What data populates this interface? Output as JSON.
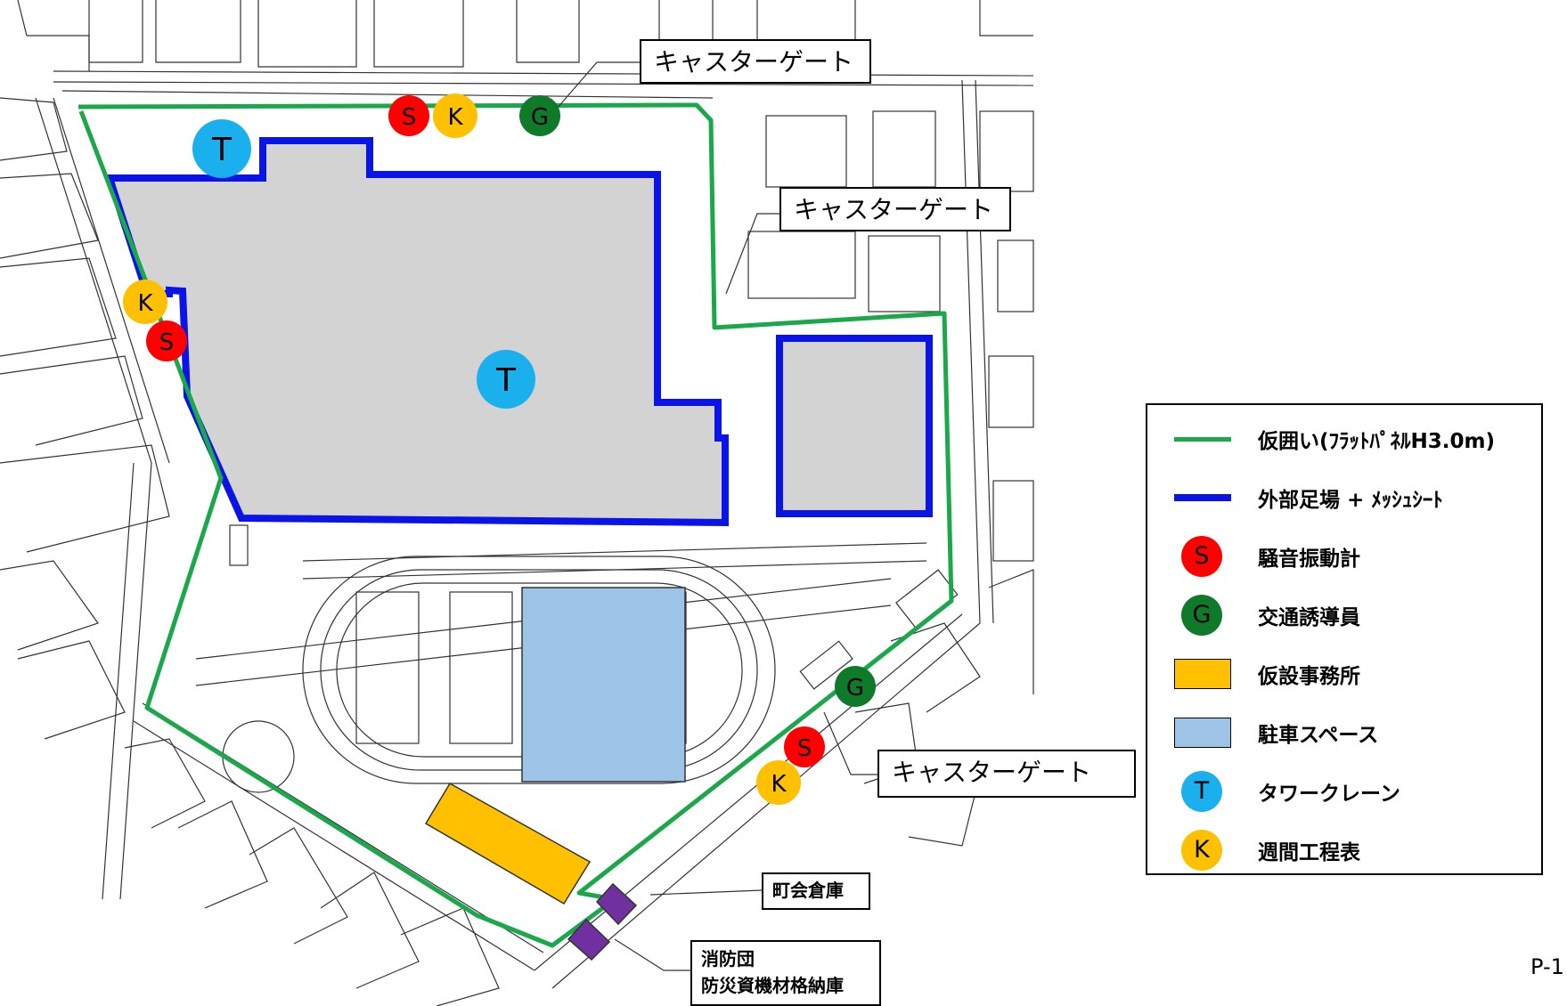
{
  "callouts": {
    "gate_top": "キャスターゲート",
    "gate_mid": "キャスターゲート",
    "gate_bottom": "キャスターゲート",
    "storage": "町会倉庫",
    "fire_line1": "消防団",
    "fire_line2": "防災資機材格納庫"
  },
  "markers": {
    "S": "S",
    "K": "K",
    "G": "G",
    "T": "T"
  },
  "legend": {
    "fence": "仮囲い(ﾌﾗｯﾄﾊﾟﾈﾙH3.0m)",
    "scaffold": "外部足場 + ﾒｯｼｭｼｰﾄ",
    "noise_meter": "騒音振動計",
    "traffic_guide": "交通誘導員",
    "temp_office": "仮設事務所",
    "parking": "駐車スペース",
    "tower_crane": "タワークレーン",
    "schedule": "週間工程表"
  },
  "page_number": "P-1",
  "colors": {
    "fence": "#1aa84a",
    "scaffold": "#0a14e6",
    "building": "#d3d3d3",
    "parking": "#9dc3e6",
    "office": "#ffc000",
    "storage": "#7030a0",
    "S": "#ff0000",
    "G": "#0e7a2a",
    "T": "#1ab0ee",
    "K": "#ffc000"
  }
}
